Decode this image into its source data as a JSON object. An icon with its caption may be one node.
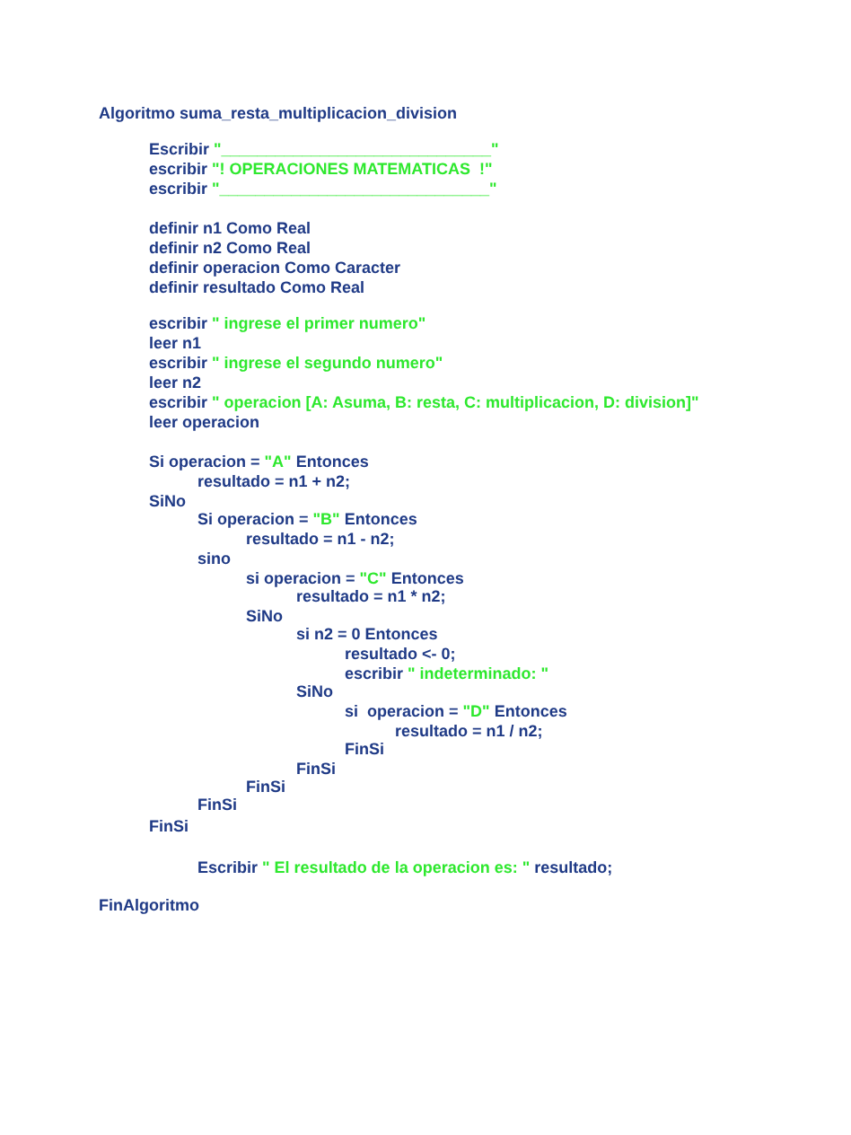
{
  "diagram": {
    "labels": [
      "Algoritmo suma_resta_multiplicacion_division",
      "Escribir \"______________________________\"",
      "escribir \"! OPERACIONES MATEMATICAS  !\"",
      "escribir \"______________________________\"",
      "definir n1 Como Real",
      "definir n2 Como Real",
      "definir operacion Como Caracter",
      "definir resultado Como Real",
      "escribir \" ingrese el primer numero\"",
      "leer n1",
      "escribir \" ingrese el segundo numero\"",
      "leer n2",
      "escribir \" operacion [A: Asuma, B: resta, C: multiplicacion, D: division]\"",
      "leer operacion",
      "Si operacion = \"A\" Entonces",
      "resultado = n1 + n2;",
      "SiNo",
      "Si operacion = \"B\" Entonces",
      "resultado = n1 - n2;",
      "sino",
      "si operacion = \"C\" Entonces",
      "resultado = n1 * n2;",
      "SiNo",
      "si n2 = 0 Entonces",
      "resultado <- 0;",
      "escribir \" indeterminado: \"",
      "SiNo",
      "si  operacion = \"D\" Entonces",
      "resultado = n1 / n2;",
      "FinSi",
      "FinSi",
      "FinSi",
      "FinSi",
      "FinSi",
      "Escribir \" El resultado de la operacion es: \" resultado;",
      "FinAlgoritmo"
    ]
  }
}
